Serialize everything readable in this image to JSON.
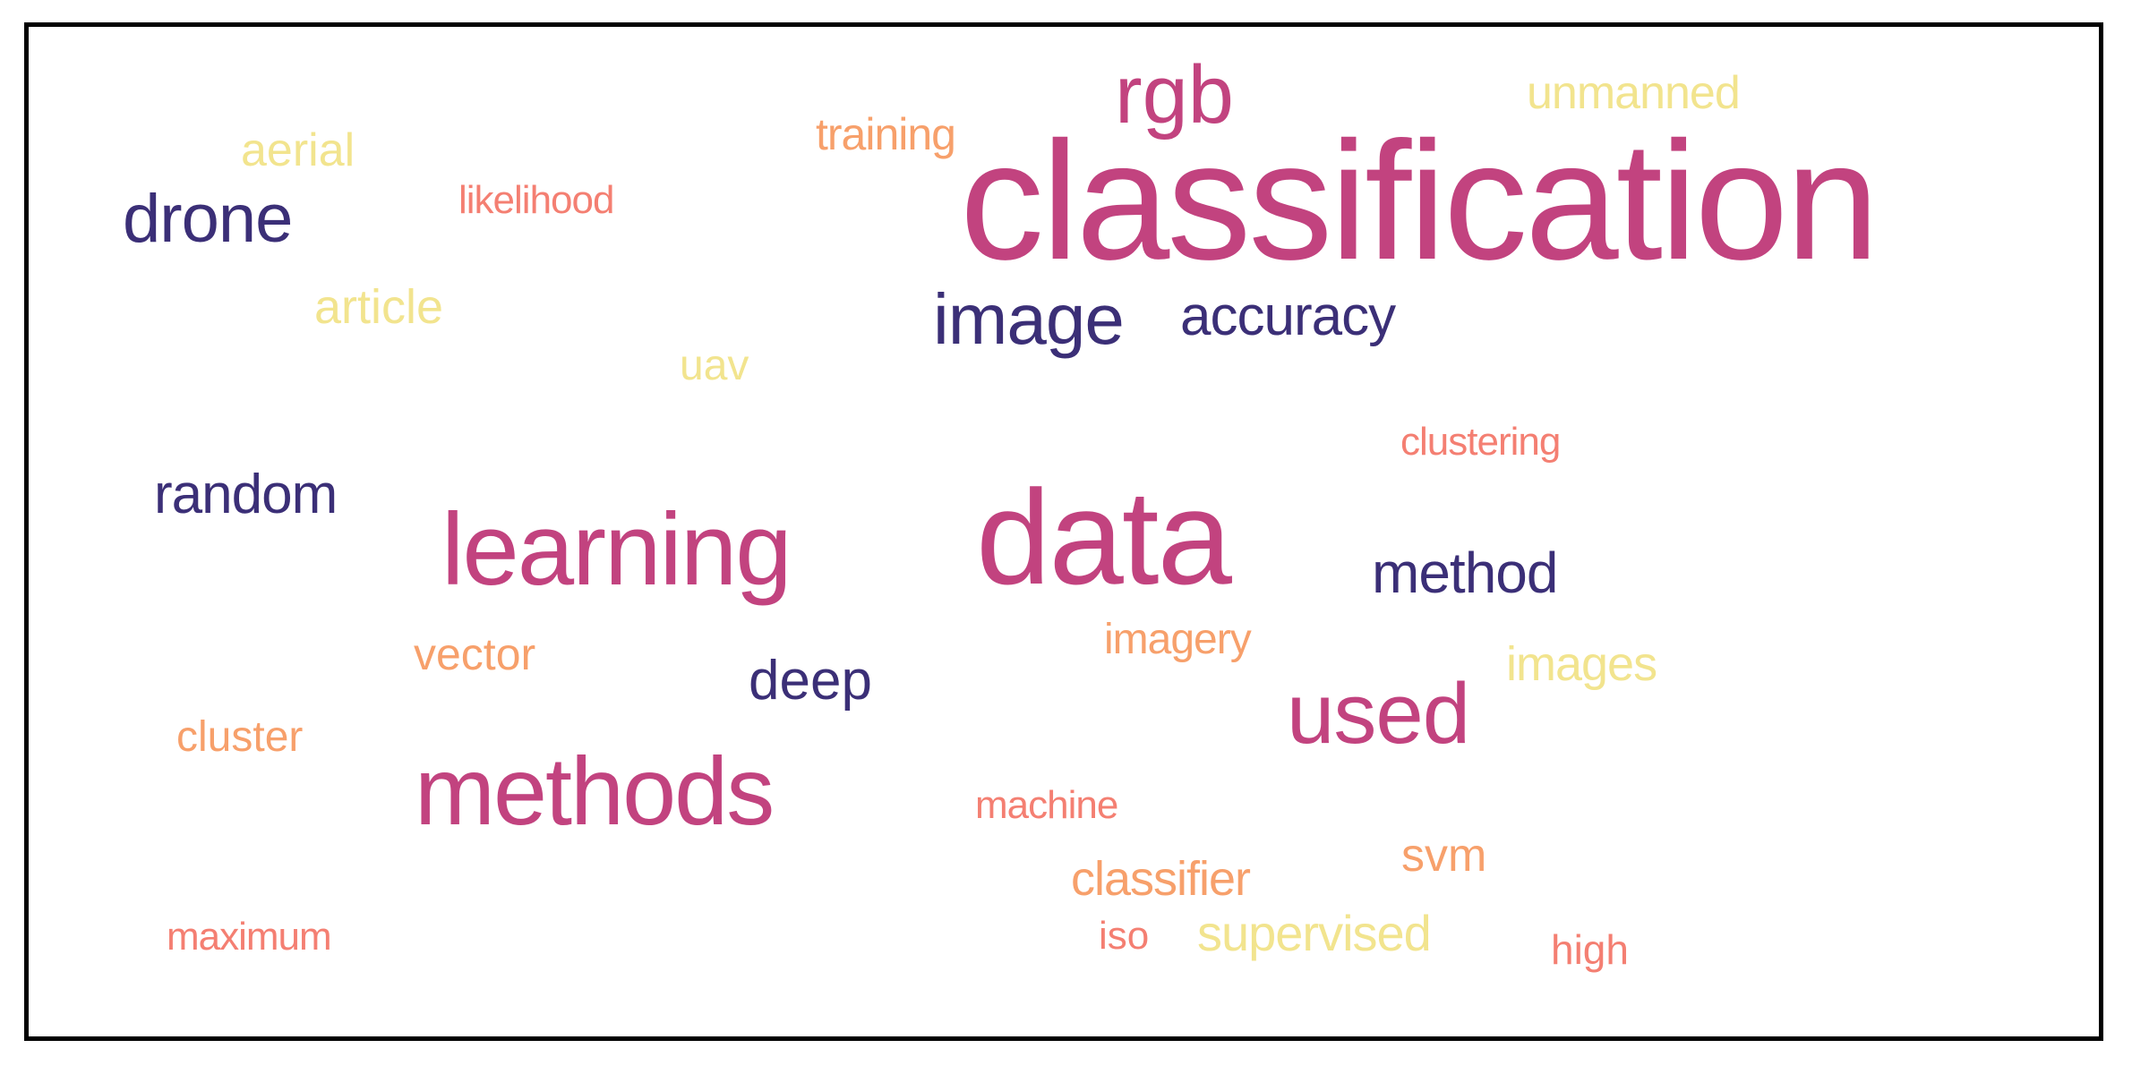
{
  "colors": {
    "navy": "#3b2f77",
    "magenta": "#c2437f",
    "salmon": "#f47f72",
    "orange": "#f7a06b",
    "yellow": "#f2e48e",
    "border": "#000000"
  },
  "words": [
    {
      "text": "classification",
      "color": "magenta"
    },
    {
      "text": "data",
      "color": "magenta"
    },
    {
      "text": "learning",
      "color": "magenta"
    },
    {
      "text": "methods",
      "color": "magenta"
    },
    {
      "text": "used",
      "color": "magenta"
    },
    {
      "text": "rgb",
      "color": "magenta"
    },
    {
      "text": "image",
      "color": "navy"
    },
    {
      "text": "accuracy",
      "color": "navy"
    },
    {
      "text": "drone",
      "color": "navy"
    },
    {
      "text": "random",
      "color": "navy"
    },
    {
      "text": "method",
      "color": "navy"
    },
    {
      "text": "deep",
      "color": "navy"
    },
    {
      "text": "unmanned",
      "color": "yellow"
    },
    {
      "text": "aerial",
      "color": "yellow"
    },
    {
      "text": "article",
      "color": "yellow"
    },
    {
      "text": "uav",
      "color": "yellow"
    },
    {
      "text": "images",
      "color": "yellow"
    },
    {
      "text": "supervised",
      "color": "yellow"
    },
    {
      "text": "training",
      "color": "orange"
    },
    {
      "text": "vector",
      "color": "orange"
    },
    {
      "text": "cluster",
      "color": "orange"
    },
    {
      "text": "imagery",
      "color": "orange"
    },
    {
      "text": "classifier",
      "color": "orange"
    },
    {
      "text": "svm",
      "color": "orange"
    },
    {
      "text": "likelihood",
      "color": "salmon"
    },
    {
      "text": "clustering",
      "color": "salmon"
    },
    {
      "text": "machine",
      "color": "salmon"
    },
    {
      "text": "maximum",
      "color": "salmon"
    },
    {
      "text": "iso",
      "color": "salmon"
    },
    {
      "text": "high",
      "color": "salmon"
    }
  ]
}
